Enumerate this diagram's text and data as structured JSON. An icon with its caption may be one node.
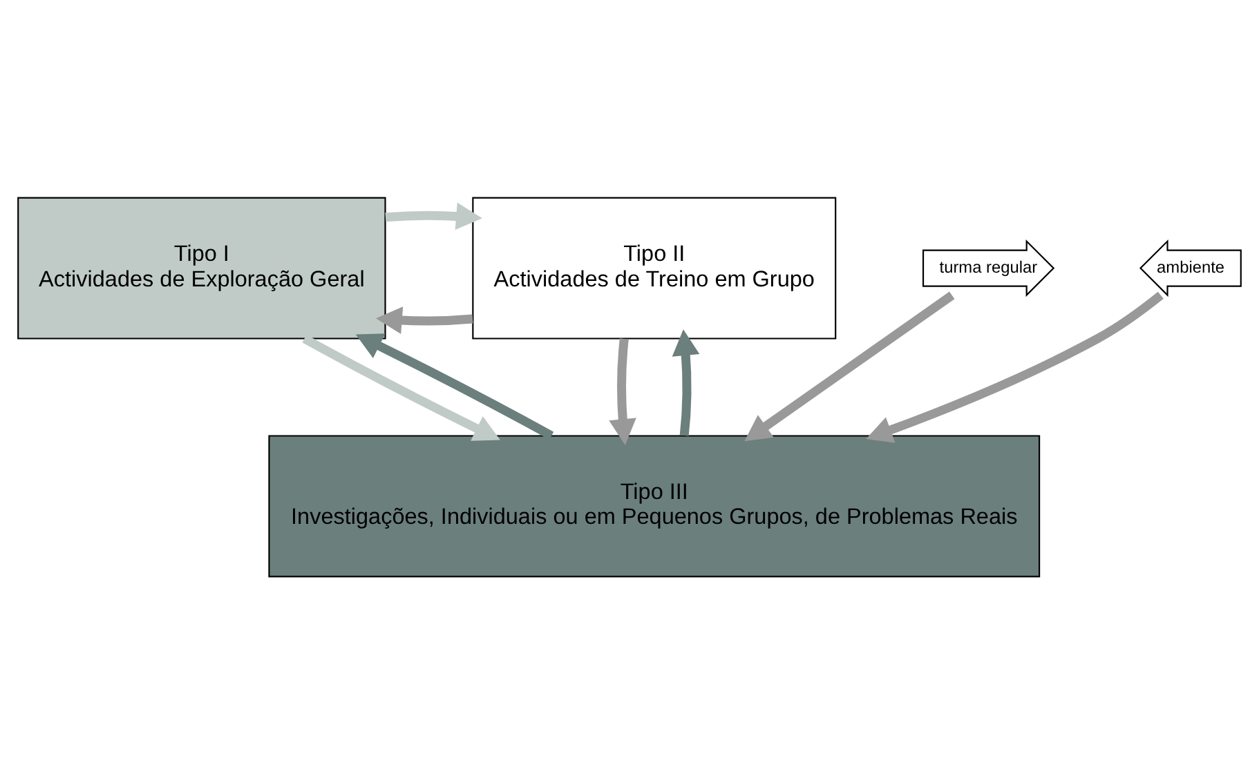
{
  "diagram": {
    "nodes": [
      {
        "text": [
          "Tipo I",
          "Actividades de Exploração Geral"
        ]
      },
      {
        "text": [
          "Tipo II",
          "Actividades de Treino em Grupo"
        ]
      },
      {
        "text": [
          "Tipo III",
          "Investigações, Individuais ou em Pequenos Grupos, de Problemas Reais"
        ]
      },
      {
        "text": [
          "turma regular"
        ]
      },
      {
        "text": [
          "ambiente"
        ]
      }
    ],
    "edges": [
      {
        "from": 1,
        "to": 0,
        "arrow": "to"
      },
      {
        "from": 0,
        "to": 1,
        "arrow": "to",
        "color": "#c0cbc8"
      },
      {
        "from": 0,
        "to": 2,
        "arrow": "to",
        "color": "#c0cbc8"
      },
      {
        "from": 2,
        "to": 0,
        "arrow": "to",
        "color": "#6b7f7c"
      },
      {
        "from": 2,
        "to": 1,
        "arrow": "to",
        "color": "#6b7f7c"
      },
      {
        "from": 1,
        "to": 2,
        "arrow": "to"
      },
      {
        "from": 3,
        "to": 2,
        "arrow": "to"
      },
      {
        "from": 4,
        "to": 2,
        "arrow": "to"
      }
    ]
  }
}
